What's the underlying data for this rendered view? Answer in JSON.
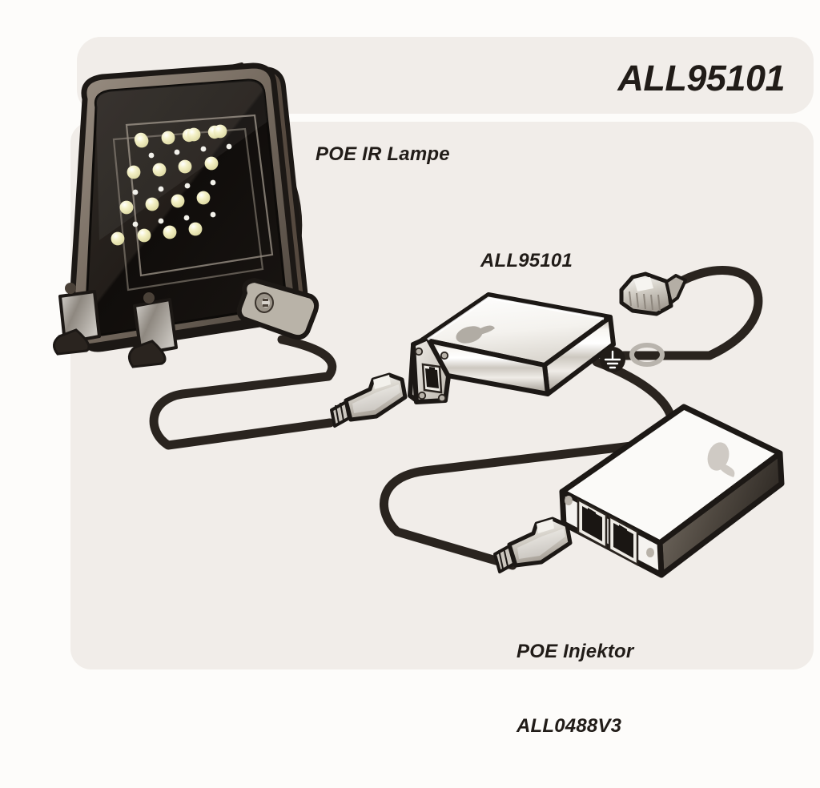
{
  "page": {
    "background_color": "#fdfcfa",
    "panel_color": "#f1ede9",
    "ink_color": "#211c18"
  },
  "header": {
    "title": "ALL95101"
  },
  "labels": {
    "lamp": "POE IR Lampe",
    "extender": "ALL95101",
    "injector_line1": "POE Injektor",
    "injector_line2": "ALL0488V3"
  },
  "diagram": {
    "type": "wiring-diagram",
    "devices": [
      {
        "id": "poe-ir-lamp",
        "name": "POE IR Lampe",
        "body_color": "#171310",
        "frame_color": "#6f6459",
        "led_color": "#efeec0",
        "led_rows": 4,
        "led_columns": 4,
        "led_count": 16,
        "accent_dot_count": 12,
        "bracket_count": 2,
        "mount_tab_count": 2
      },
      {
        "id": "all95101-extender",
        "name": "ALL95101",
        "body_color": "#d9d6cf",
        "highlight_color": "#ffffff",
        "port_count": 1,
        "port_type": "RJ45",
        "screw_count": 4,
        "logo_color": "#b1aca4"
      },
      {
        "id": "poe-injector",
        "name": "POE Injektor ALL0488V3",
        "model": "ALL0488V3",
        "body_color": "#fbfaf8",
        "side_color": "#5d564e",
        "port_count": 2,
        "port_type": "RJ45",
        "screw_count": 2,
        "logo_color": "#cfcac4"
      }
    ],
    "symbols": [
      {
        "id": "ground-symbol",
        "name": "protective-earth",
        "color": "#211c18"
      },
      {
        "id": "cable-ring",
        "name": "cable-ring",
        "color": "#b9b4ad"
      }
    ],
    "connectors": [
      {
        "id": "rj45-plug-lamp",
        "name": "RJ45 plug to extender input"
      },
      {
        "id": "rj45-plug-top",
        "name": "RJ45 plug network uplink"
      },
      {
        "id": "rj45-plug-injector",
        "name": "RJ45 plug to injector"
      }
    ],
    "cables": [
      {
        "from": "poe-ir-lamp",
        "to": "all95101-extender",
        "color": "#2a241f"
      },
      {
        "from": "all95101-extender",
        "to": "rj45-plug-top",
        "color": "#2a241f"
      },
      {
        "from": "all95101-extender",
        "to": "poe-injector",
        "color": "#2a241f"
      }
    ]
  }
}
